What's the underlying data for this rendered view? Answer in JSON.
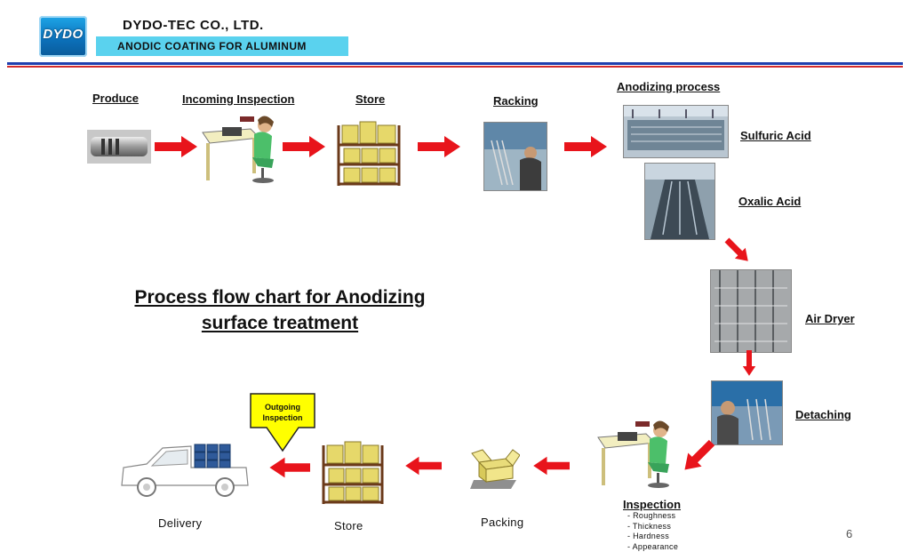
{
  "header": {
    "logo_text": "DYDO",
    "company": "DYDO-TEC  CO., LTD.",
    "tagline": "ANODIC COATING  FOR ALUMINUM",
    "colors": {
      "band": "#5ad2ee",
      "rule_blue": "#1f3fae",
      "rule_red": "#d32b2b",
      "arrow": "#e8141b"
    }
  },
  "title": {
    "line1": "Process  flow  chart  for Anodizing",
    "line2": "surface treatment"
  },
  "steps": {
    "produce": "Produce",
    "incoming_inspection": "Incoming Inspection",
    "store_top": "Store",
    "racking": "Racking",
    "anodizing_process": "Anodizing  process",
    "sulfuric_acid": "Sulfuric  Acid",
    "oxalic_acid": "Oxalic Acid",
    "air_dryer": "Air  Dryer",
    "detaching": "Detaching",
    "inspection": "Inspection",
    "packing": "Packing",
    "store_bottom": "Store",
    "delivery": "Delivery"
  },
  "inspection_items": [
    "- Roughness",
    "- Thickness",
    "- Hardness",
    "- Appearance"
  ],
  "callout": {
    "line1": "Outgoing",
    "line2": "Inspection"
  },
  "page_number": "6"
}
